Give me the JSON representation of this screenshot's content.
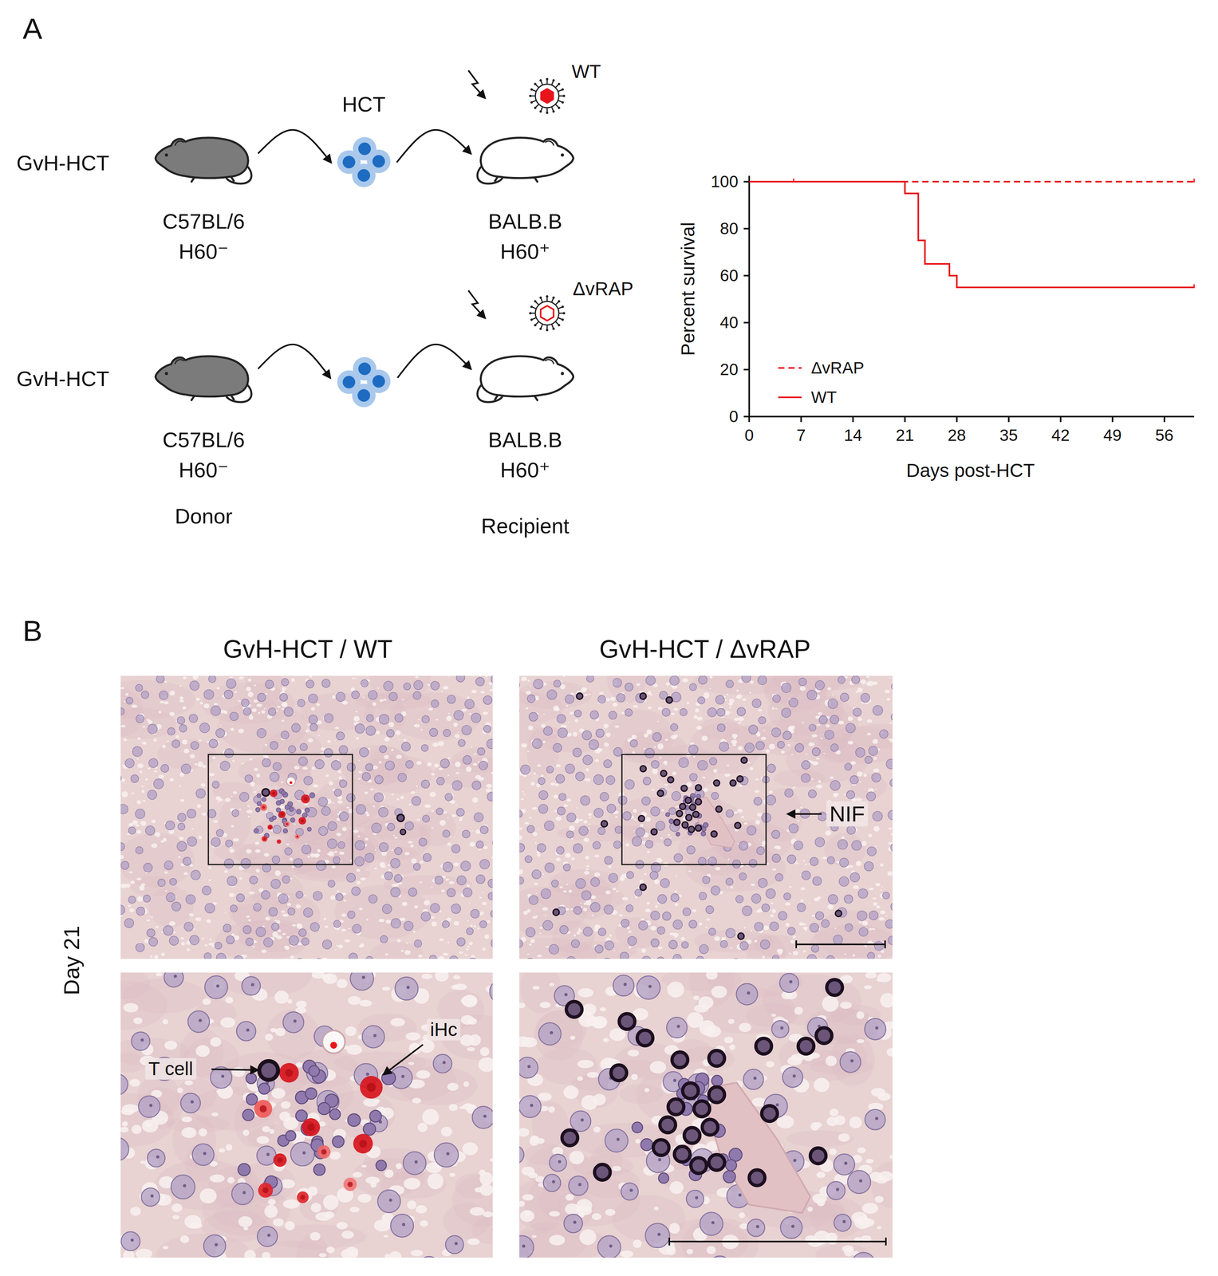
{
  "diagram": {
    "nodes": [
      {
        "text": [
          "C57BL/6 H60⁻"
        ]
      },
      {
        "text": [
          "HCT"
        ]
      },
      {
        "text": [
          "BALB.B H60⁺"
        ]
      },
      {
        "text": [
          "C57BL/6 H60⁻"
        ]
      },
      {
        "text": [
          "BALB.B H60⁺"
        ]
      }
    ],
    "edges": [
      {
        "from": 0,
        "to": 1,
        "arrow": "to"
      },
      {
        "from": 1,
        "to": 2,
        "arrow": "to"
      }
    ],
    "labels": [
      "A",
      "GvH-HCT",
      "WT",
      "GvH-HCT",
      "ΔvRAP",
      "Donor",
      "Recipient",
      "100",
      "80",
      "60",
      "40",
      "20",
      "0",
      "0",
      "7",
      "14",
      "21",
      "28",
      "35",
      "42",
      "49",
      "56",
      "Percent survival",
      "Days post-HCT",
      "B",
      "GvH-HCT / WT",
      "GvH-HCT / ΔvRAP",
      "Day 21",
      "NIF",
      "T cell",
      "iHc"
    ],
    "legend": [
      {
        "text": "ΔvRAP"
      },
      {
        "text": "WT"
      }
    ]
  }
}
